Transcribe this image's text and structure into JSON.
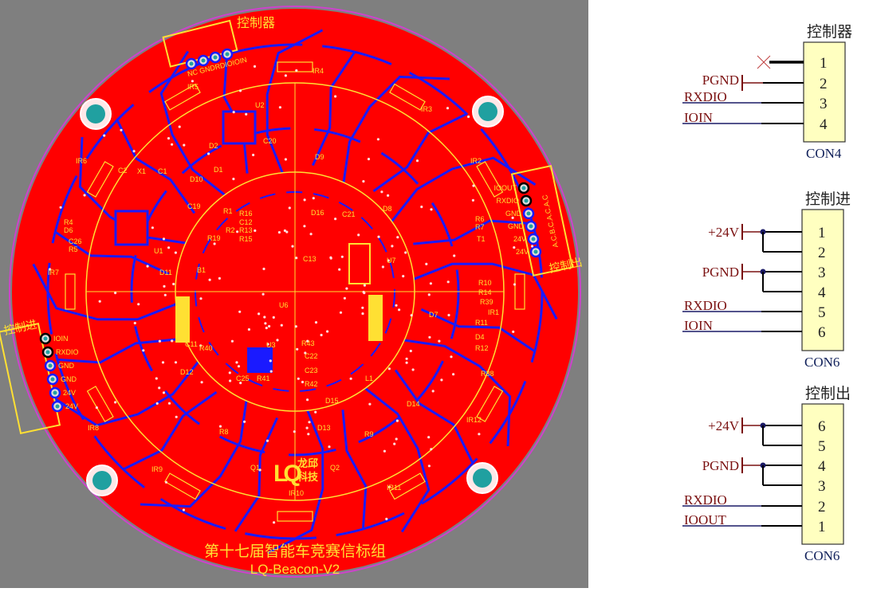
{
  "pcb": {
    "board_title": "第十七届智能车竞赛信标组",
    "board_name": "LQ-Beacon-V2",
    "logo_text": [
      "LQ",
      "龙邱",
      "科技"
    ],
    "connectors": {
      "top": {
        "name": "控制器",
        "pins": "NC GNDRDIOIOIN"
      },
      "right": {
        "name": "控制出",
        "pins": [
          "IOOUT",
          "RXDIO",
          "GND",
          "GND",
          "24V",
          "24V"
        ],
        "side_text": "A.C.B.C.A.C.A.C"
      },
      "left": {
        "name": "控制进",
        "pins": [
          "IOIN",
          "RXDIO",
          "GND",
          "GND",
          "24V",
          "24V"
        ]
      }
    },
    "refdes": [
      "IR4",
      "IR3",
      "IR2",
      "IR1",
      "IR12",
      "IR11",
      "IR10",
      "IR9",
      "IR8",
      "IR7",
      "IR6",
      "IR5",
      "U2",
      "U1",
      "U3",
      "U6",
      "U7",
      "D9",
      "D8",
      "D10",
      "D11",
      "D12",
      "D13",
      "D14",
      "D15",
      "D16",
      "D7",
      "D1",
      "D2",
      "C20",
      "C19",
      "C21",
      "C13",
      "C11",
      "C22",
      "C23",
      "C25",
      "C26",
      "R1",
      "R2",
      "R16",
      "R19",
      "R8",
      "R9",
      "R38",
      "R39",
      "R40",
      "R41",
      "R42",
      "R43",
      "Q1",
      "Q2",
      "L1",
      "X1",
      "T1",
      "R6",
      "R7",
      "R10",
      "R14",
      "R11",
      "R12",
      "D4",
      "B1",
      "C2",
      "C1",
      "R4",
      "R5",
      "D6",
      "C12",
      "R13",
      "R15"
    ],
    "colors": {
      "board": "#ff0000",
      "bottom_trace": "#1a1aff",
      "silkscreen": "#ffe033",
      "outline": "#cc44cc",
      "background": "#7f7f7f",
      "pad": "#20a0a0"
    }
  },
  "schematic": {
    "con4": {
      "title": "控制器",
      "designator": "CON4",
      "pins": [
        {
          "num": "1",
          "net": "",
          "nc": true
        },
        {
          "num": "2",
          "net": "PGND",
          "power": true
        },
        {
          "num": "3",
          "net": "RXDIO"
        },
        {
          "num": "4",
          "net": "IOIN"
        }
      ]
    },
    "con6_in": {
      "title": "控制进",
      "designator": "CON6",
      "pins": [
        "1",
        "2",
        "3",
        "4",
        "5",
        "6"
      ],
      "nets": [
        {
          "net": "+24V",
          "power": true,
          "pins": [
            "1",
            "2"
          ]
        },
        {
          "net": "PGND",
          "power": true,
          "pins": [
            "3",
            "4"
          ]
        },
        {
          "net": "RXDIO",
          "pins": [
            "5"
          ]
        },
        {
          "net": "IOIN",
          "pins": [
            "6"
          ]
        }
      ]
    },
    "con6_out": {
      "title": "控制出",
      "designator": "CON6",
      "pins": [
        "6",
        "5",
        "4",
        "3",
        "2",
        "1"
      ],
      "nets": [
        {
          "net": "+24V",
          "power": true,
          "pins": [
            "6",
            "5"
          ]
        },
        {
          "net": "PGND",
          "power": true,
          "pins": [
            "4",
            "3"
          ]
        },
        {
          "net": "RXDIO",
          "pins": [
            "2"
          ]
        },
        {
          "net": "IOOUT",
          "pins": [
            "1"
          ]
        }
      ]
    },
    "colors": {
      "connector_fill": "#ffffc0",
      "power_label": "#7a1010",
      "signal_wire": "#1a1a66",
      "text_blue": "#10205a"
    }
  }
}
